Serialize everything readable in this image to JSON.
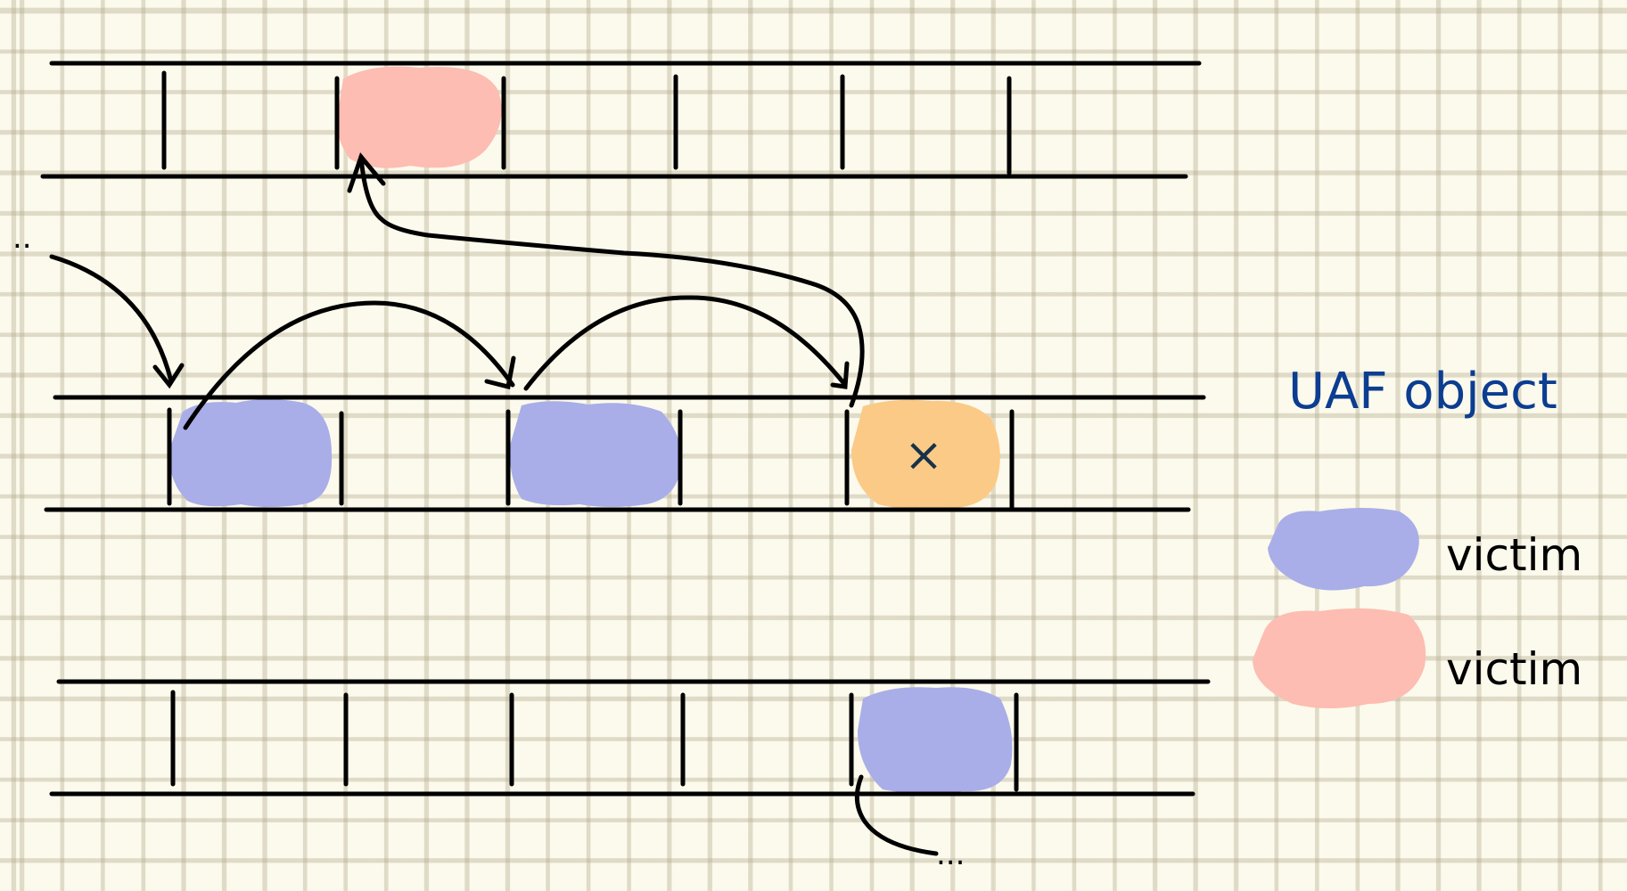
{
  "legend": {
    "uaf_label": "UAF object",
    "blue_label": "victim",
    "red_label": "victim"
  },
  "marks": {
    "uaf_marker": "×",
    "dots_left": "..",
    "dots_bottom": "..."
  },
  "colors": {
    "ink": "#000000",
    "victim_blue": "#a9aee8",
    "victim_red": "#fdbdb2",
    "uaf_orange": "#fbca86",
    "legend_text": "#0b3d91",
    "paper": "#fcfaec"
  }
}
